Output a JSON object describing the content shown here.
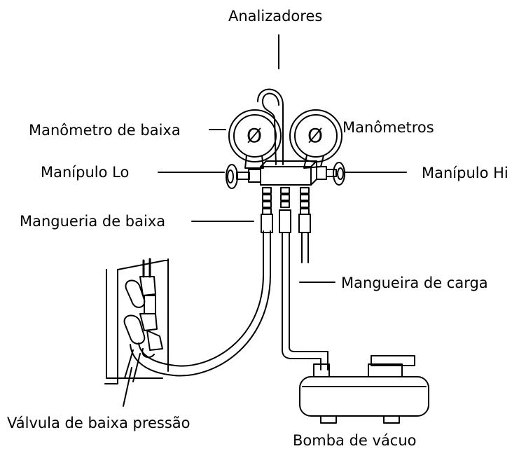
{
  "labels": {
    "analyzers": "Analizadores",
    "low_gauge": "Manômetro de baixa",
    "gauges": "Manômetros",
    "low_handle": "Manípulo Lo",
    "high_handle": "Manípulo Hi",
    "low_hose": "Mangueria de baixa",
    "charge_hose": "Mangueira de carga",
    "low_valve": "Válvula de baixa pressão",
    "vacuum_pump": "Bomba de vácuo"
  },
  "gauge_symbol": "Ø"
}
